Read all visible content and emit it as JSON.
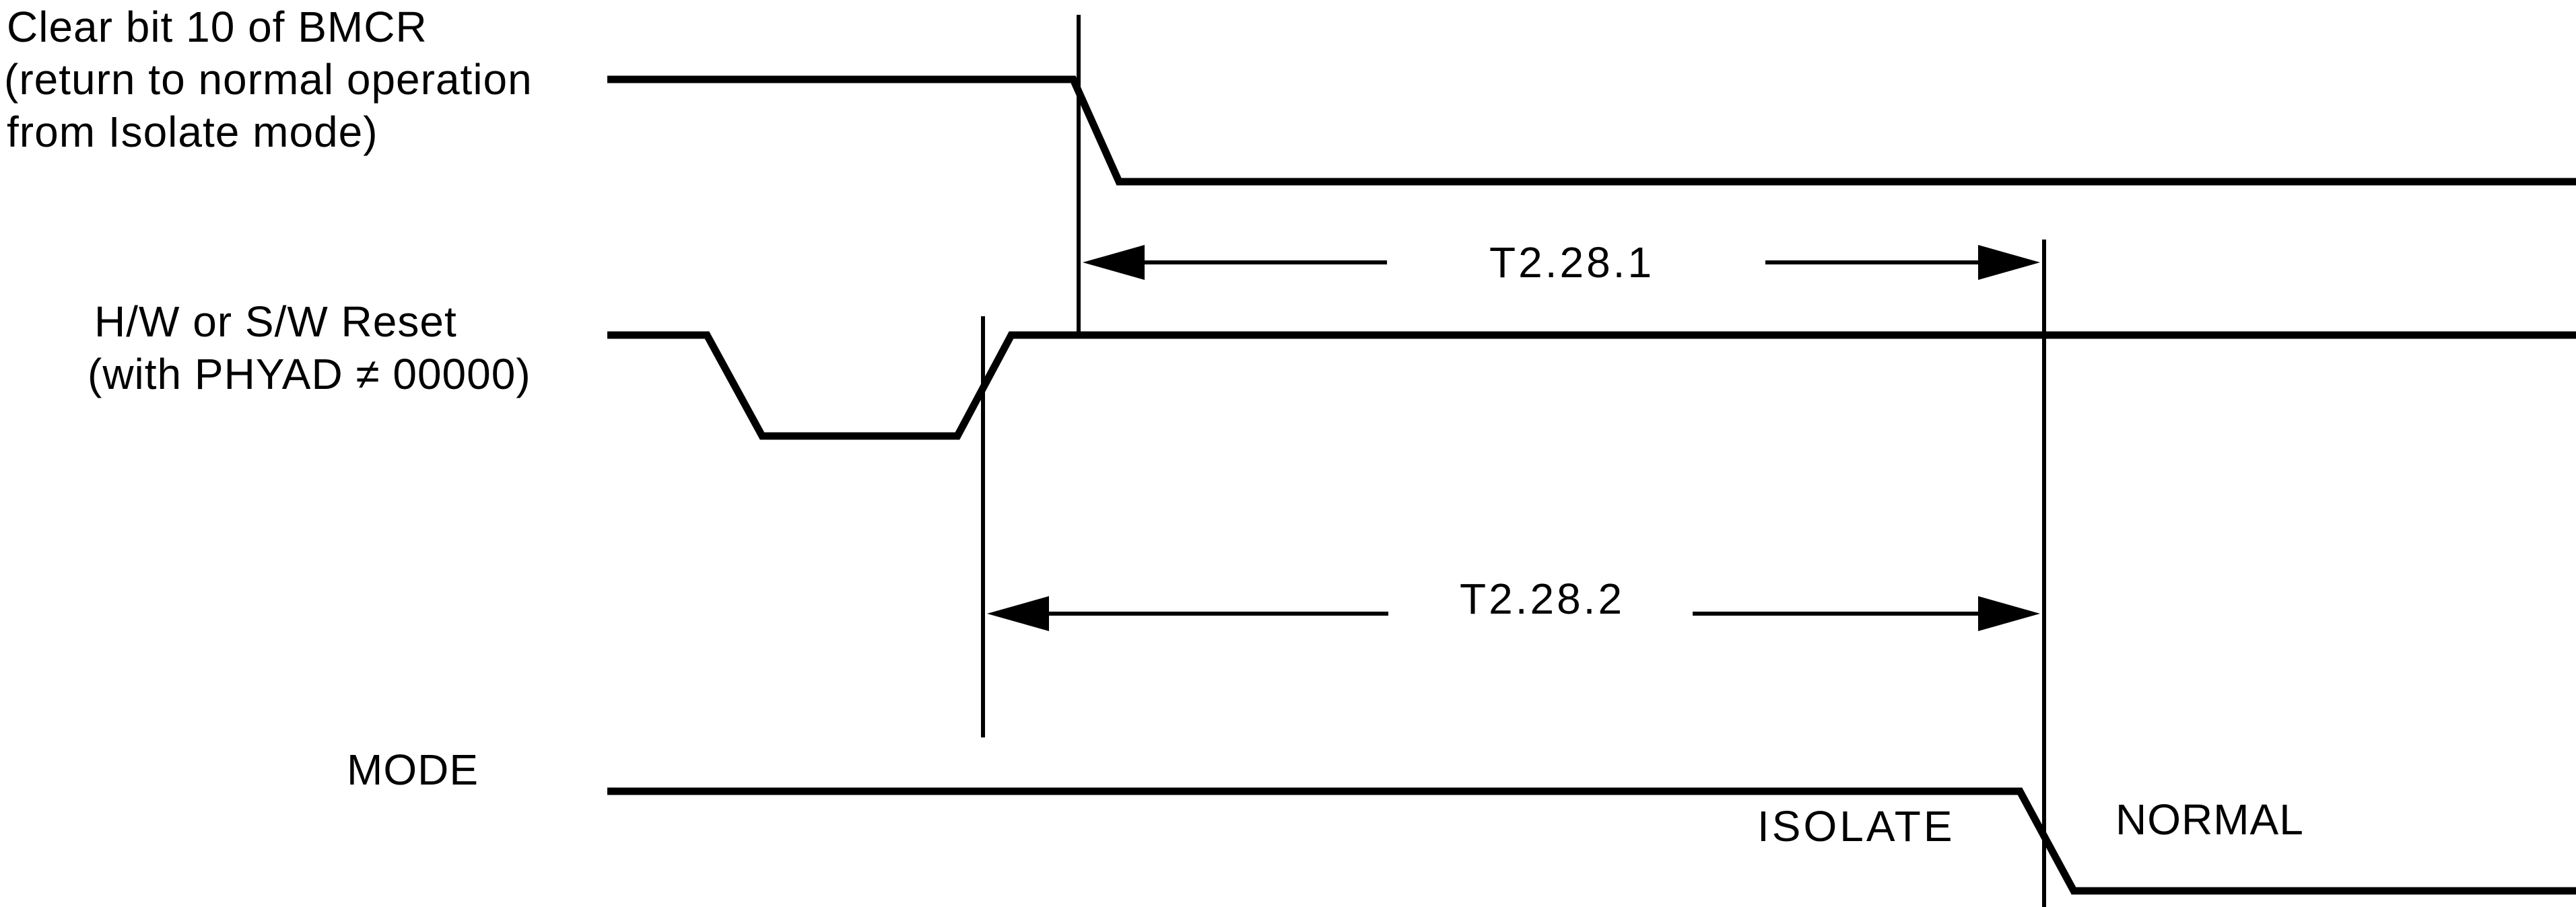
{
  "signals": {
    "clear_bit": {
      "label_lines": [
        "Clear bit 10 of BMCR",
        "(return to normal operation",
        "from Isolate mode)"
      ]
    },
    "reset": {
      "label_lines": [
        "H/W or S/W Reset",
        "(with PHYAD ≠ 00000)"
      ]
    },
    "mode": {
      "label": "MODE",
      "state_before": "ISOLATE",
      "state_after": "NORMAL"
    }
  },
  "timings": {
    "t1": "T2.28.1",
    "t2": "T2.28.2"
  }
}
